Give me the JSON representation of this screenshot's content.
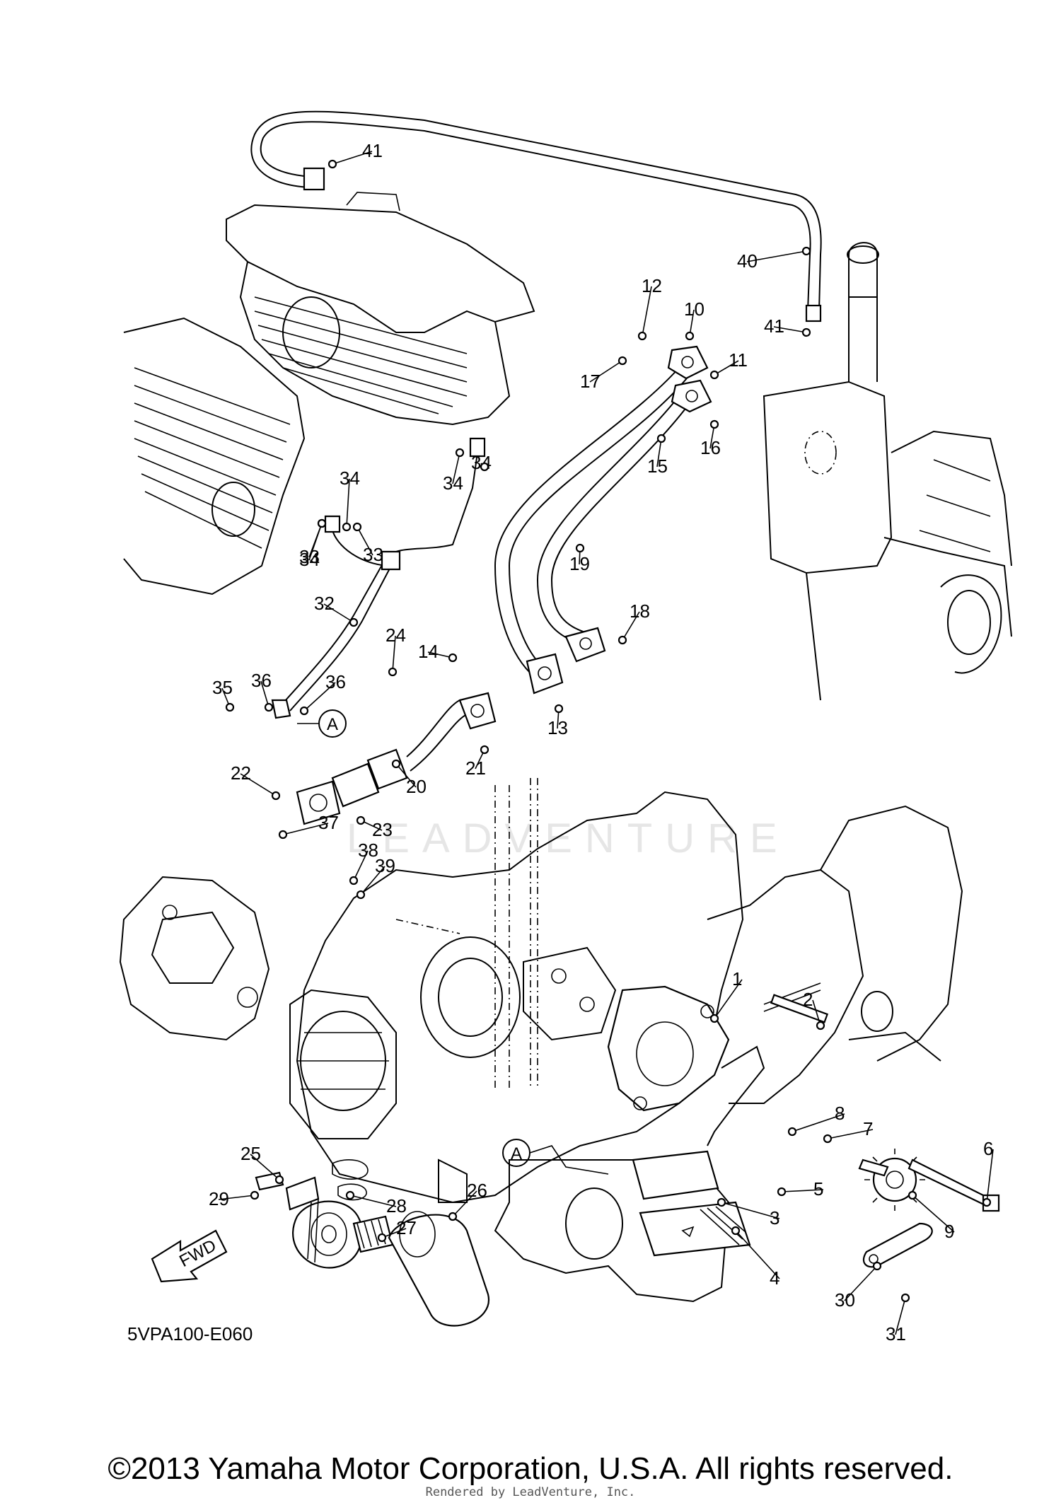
{
  "diagram": {
    "watermark": "LEADVENTURE",
    "figure_code": "5VPA100-E060",
    "fwd_label": "FWD",
    "ref_marker": "A",
    "callouts": [
      "41",
      "40",
      "41",
      "12",
      "10",
      "11",
      "17",
      "16",
      "15",
      "34",
      "34",
      "34",
      "33",
      "33",
      "34",
      "19",
      "18",
      "32",
      "24",
      "14",
      "13",
      "35",
      "36",
      "36",
      "20",
      "21",
      "22",
      "23",
      "37",
      "38",
      "39",
      "1",
      "2",
      "8",
      "7",
      "6",
      "25",
      "28",
      "29",
      "27",
      "26",
      "5",
      "3",
      "9",
      "4",
      "30",
      "31"
    ]
  },
  "footer": {
    "copyright": "©2013 Yamaha Motor Corporation, U.S.A. All rights reserved.",
    "rendered_by": "Rendered by LeadVenture, Inc."
  }
}
